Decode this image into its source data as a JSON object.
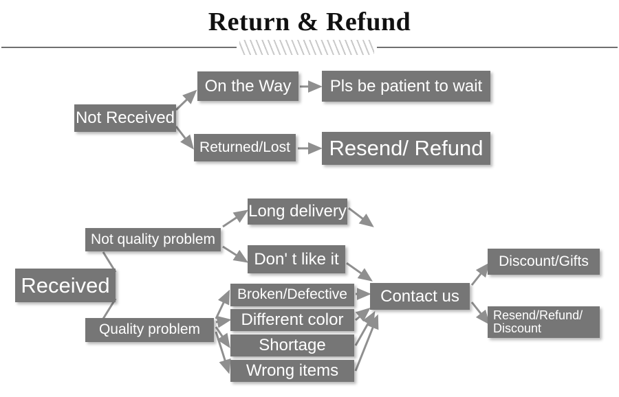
{
  "header": {
    "title": "Return & Refund",
    "divider": "horizontal-rule-with-hatch"
  },
  "colors": {
    "box_fill": "#767676",
    "box_text": "#ffffff",
    "arrow": "#8a8a8a",
    "rule": "#6f6f6f",
    "background": "#ffffff"
  },
  "diagram": {
    "type": "flowchart",
    "branches": [
      {
        "root": "not-received",
        "root_label": "Not Received",
        "children": [
          {
            "id": "on-the-way",
            "label": "On the Way",
            "outcome_id": "pls-be-patient",
            "outcome_label": "Pls be patient to wait"
          },
          {
            "id": "returned-lost",
            "label": "Returned/Lost",
            "outcome_id": "resend-refund",
            "outcome_label": "Resend/ Refund"
          }
        ]
      },
      {
        "root": "received",
        "root_label": "Received",
        "children": [
          {
            "id": "not-quality-problem",
            "label": "Not quality problem",
            "reasons": [
              {
                "id": "long-delivery",
                "label": "Long delivery"
              },
              {
                "id": "dont-like-it",
                "label": "Don' t like it"
              }
            ]
          },
          {
            "id": "quality-problem",
            "label": "Quality problem",
            "reasons": [
              {
                "id": "broken-defective",
                "label": "Broken/Defective"
              },
              {
                "id": "different-color",
                "label": "Different color"
              },
              {
                "id": "shortage",
                "label": "Shortage"
              },
              {
                "id": "wrong-items",
                "label": "Wrong items"
              }
            ]
          }
        ],
        "converge": {
          "id": "contact-us",
          "label": "Contact us"
        },
        "resolutions": [
          {
            "id": "discount-gifts",
            "label": "Discount/Gifts"
          },
          {
            "id": "resend-refund-discount",
            "label": "Resend/Refund/\nDiscount"
          }
        ]
      }
    ]
  }
}
